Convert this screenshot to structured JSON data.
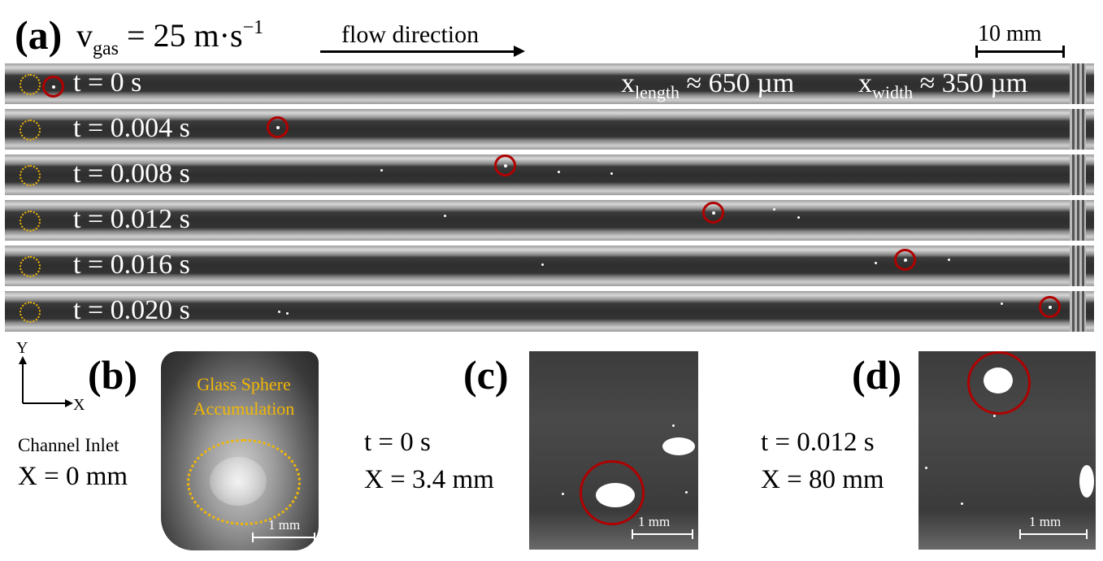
{
  "panels": {
    "a": "(a)",
    "b": "(b)",
    "c": "(c)",
    "d": "(d)"
  },
  "header": {
    "v_main": "v",
    "v_sub": "gas",
    "v_value": " = 25 m·s",
    "v_exp": "−1",
    "flow": "flow direction",
    "scale_10mm": "10 mm"
  },
  "dimensions": {
    "length_main": "x",
    "length_sub": "length",
    "length_val": " ≈ 650 µm",
    "width_main": "x",
    "width_sub": "width",
    "width_val": " ≈ 350 µm"
  },
  "frames": [
    {
      "time": "t = 0 s",
      "tracer_x_frac": 0.04
    },
    {
      "time": "t = 0.004 s",
      "tracer_x_frac": 0.25
    },
    {
      "time": "t = 0.008 s",
      "tracer_x_frac": 0.46
    },
    {
      "time": "t = 0.012 s",
      "tracer_x_frac": 0.65
    },
    {
      "time": "t = 0.016 s",
      "tracer_x_frac": 0.83
    },
    {
      "time": "t = 0.020 s",
      "tracer_x_frac": 0.96
    }
  ],
  "axes": {
    "y": "Y",
    "x": "X"
  },
  "panel_b": {
    "caption1": "Channel Inlet",
    "caption2": "X = 0 mm",
    "glass_line1": "Glass Sphere",
    "glass_line2": "Accumulation",
    "scale": "1 mm"
  },
  "panel_c": {
    "time": "t = 0 s",
    "pos": "X = 3.4 mm",
    "scale": "1 mm"
  },
  "panel_d": {
    "time": "t = 0.012 s",
    "pos": "X = 80 mm",
    "scale": "1 mm"
  },
  "colors": {
    "tracer": "#b00000",
    "inlet": "#f2b705"
  }
}
